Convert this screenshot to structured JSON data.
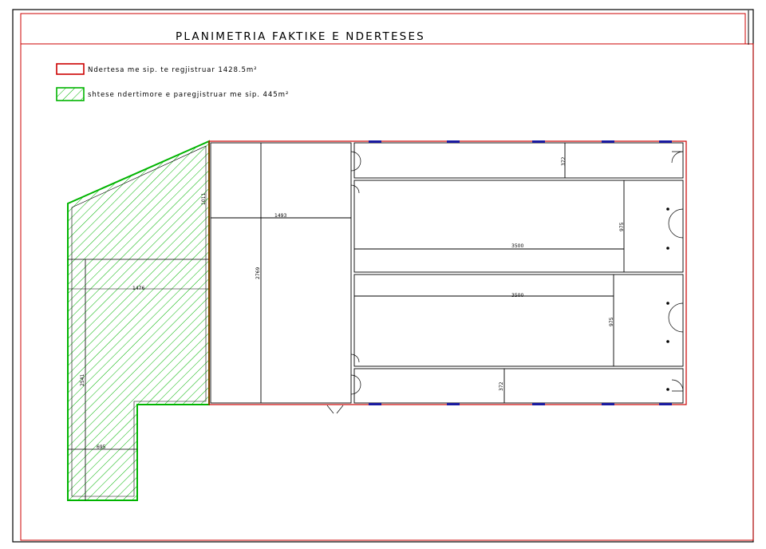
{
  "title": "PLANIMETRIA FAKTIKE E NDERTESES",
  "legend": {
    "registered": "Ndertesa me sip. te regjistruar 1428.5m²",
    "unregistered": "shtese ndertimore e paregjistruar me sip. 445m²"
  },
  "colors": {
    "frame": "#000000",
    "border": "#cc0000",
    "addition": "#00b400",
    "wall": "#000000",
    "window": "#1a1aa0"
  },
  "dimensions": {
    "d1493": "1493",
    "d2769": "2769",
    "d1476": "1476",
    "d2541": "2541",
    "d695": "695",
    "d1011": "1011",
    "d372_top": "372",
    "d3500_a": "3500",
    "d975_a": "975",
    "d3500_b": "3500",
    "d975_b": "975",
    "d372_bottom": "372"
  }
}
